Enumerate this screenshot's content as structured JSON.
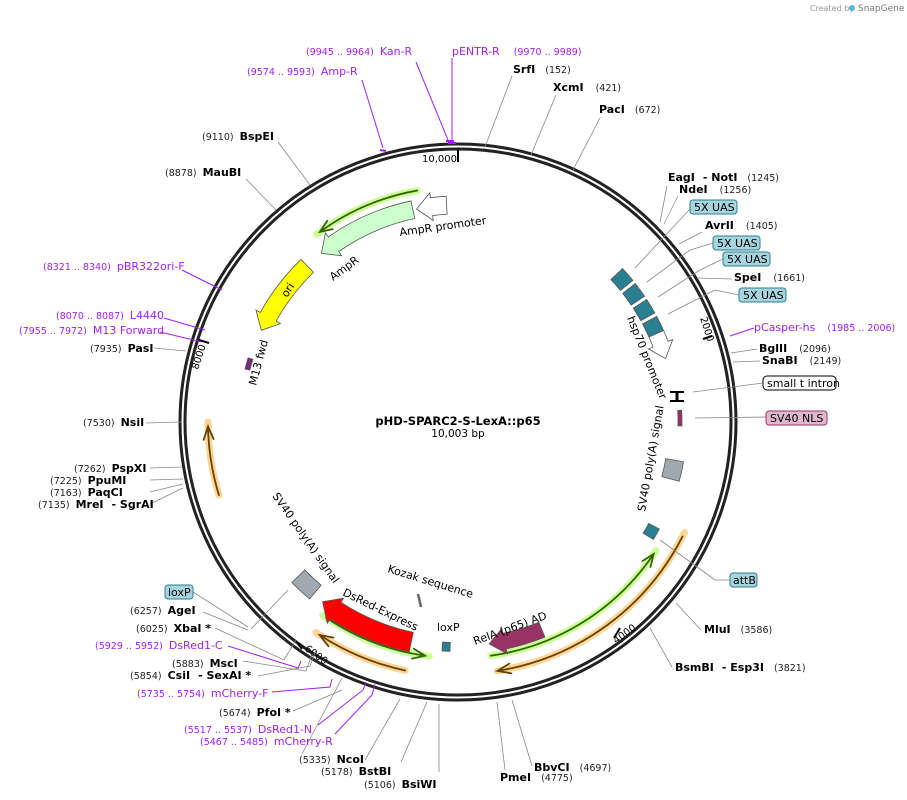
{
  "credit": {
    "prefix": "Created by",
    "brand": "SnapGene"
  },
  "plasmid": {
    "name": "pHD-SPARC2-S-LexA::p65",
    "size": "10,003 bp"
  },
  "ticks": [
    "10,000",
    "2000",
    "4000",
    "6000",
    "8000"
  ],
  "colors": {
    "primer": "#a020f0",
    "uas": "#2a7f92",
    "ampr": "#ccffcc",
    "ori": "#ffff00",
    "dsred": "#ff0000",
    "rela": "#993366",
    "nls": "#993366"
  },
  "enzymes": [
    {
      "name": "SrfI",
      "pos": "(152)"
    },
    {
      "name": "XcmI",
      "pos": "(421)"
    },
    {
      "name": "PacI",
      "pos": "(672)"
    },
    {
      "name": "EagI",
      "name2": "- NotI",
      "pos": "(1245)"
    },
    {
      "name": "NdeI",
      "pos": "(1256)"
    },
    {
      "name": "AvrII",
      "pos": "(1405)"
    },
    {
      "name": "SpeI",
      "pos": "(1661)"
    },
    {
      "name": "BglII",
      "pos": "(2096)"
    },
    {
      "name": "SnaBI",
      "pos": "(2149)"
    },
    {
      "name": "MluI",
      "pos": "(3586)"
    },
    {
      "name": "BsmBI",
      "name2": "- Esp3I",
      "pos": "(3821)"
    },
    {
      "name": "BbvCI",
      "pos": "(4697)"
    },
    {
      "name": "PmeI",
      "pos": "(4775)"
    },
    {
      "name": "BsiWI",
      "pos": "(5106)"
    },
    {
      "name": "BstBI",
      "pos": "(5178)"
    },
    {
      "name": "NcoI",
      "pos": "(5335)"
    },
    {
      "name": "PfoI *",
      "pos": "(5674)"
    },
    {
      "name": "CsiI",
      "name2": "- SexAI *",
      "pos": "(5854)"
    },
    {
      "name": "MscI",
      "pos": "(5883)"
    },
    {
      "name": "XbaI *",
      "pos": "(6025)"
    },
    {
      "name": "AgeI",
      "pos": "(6257)"
    },
    {
      "name": "MreI",
      "name2": "- SgrAI",
      "pos": "(7135)"
    },
    {
      "name": "PaqCI",
      "pos": "(7163)"
    },
    {
      "name": "PpuMI",
      "pos": "(7225)"
    },
    {
      "name": "PspXI",
      "pos": "(7262)"
    },
    {
      "name": "NsiI",
      "pos": "(7530)"
    },
    {
      "name": "PasI",
      "pos": "(7935)"
    },
    {
      "name": "MauBI",
      "pos": "(8878)"
    },
    {
      "name": "BspEI",
      "pos": "(9110)"
    }
  ],
  "primers": [
    {
      "name": "Kan-R",
      "pos": "(9945 .. 9964)"
    },
    {
      "name": "pENTR-R",
      "pos": "(9970 .. 9989)"
    },
    {
      "name": "Amp-R",
      "pos": "(9574 .. 9593)"
    },
    {
      "name": "pBR322ori-F",
      "pos": "(8321 .. 8340)"
    },
    {
      "name": "L4440",
      "pos": "(8070 .. 8087)"
    },
    {
      "name": "M13 Forward",
      "pos": "(7955 .. 7972)"
    },
    {
      "name": "pCasper-hs",
      "pos": "(1985 .. 2006)"
    },
    {
      "name": "DsRed1-C",
      "pos": "(5929 .. 5952)"
    },
    {
      "name": "mCherry-F",
      "pos": "(5735 .. 5754)"
    },
    {
      "name": "DsRed1-N",
      "pos": "(5517 .. 5537)"
    },
    {
      "name": "mCherry-R",
      "pos": "(5467 .. 5485)"
    }
  ],
  "features": {
    "uas": "5X UAS",
    "small_t_intron": "small t intron",
    "sv40_nls": "SV40 NLS",
    "attb": "attB",
    "loxp": "loxP",
    "ampr_promoter": "AmpR promoter",
    "ampr": "AmpR",
    "ori": "ori",
    "m13_fwd": "M13 fwd",
    "hsp70": "hsp70 promoter",
    "sv40_polya": "SV40 poly(A) signal",
    "kozak": "Kozak sequence",
    "dsred": "DsRed-Express",
    "rela": "RelA (p65) AD"
  }
}
